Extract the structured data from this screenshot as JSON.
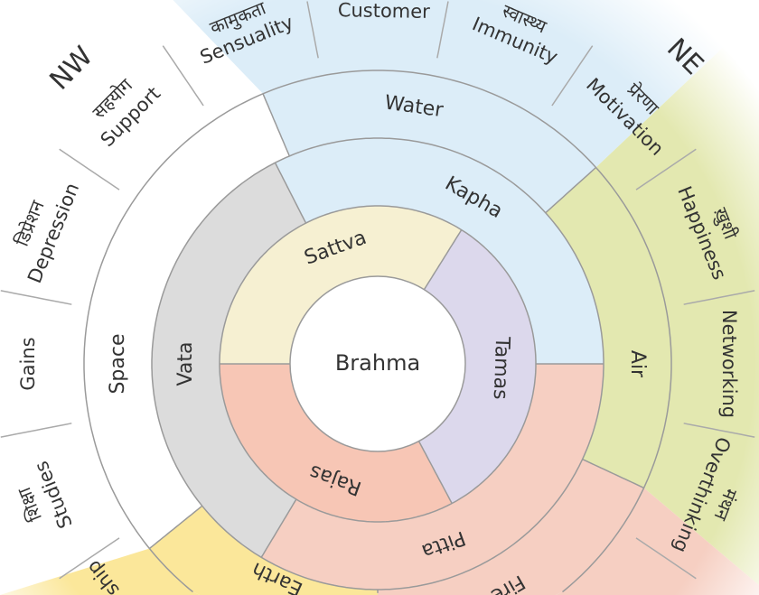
{
  "center": {
    "label": "Brahma"
  },
  "gunas": [
    {
      "label": "Sattva",
      "color": "#f6f0d2"
    },
    {
      "label": "Tamas",
      "color": "#dcd8ec"
    },
    {
      "label": "Rajas",
      "color": "#f7c6b5"
    }
  ],
  "doshas": [
    {
      "label": "Vata",
      "color": "#dcdcdc"
    },
    {
      "label": "Kapha",
      "color": "#dcedf8"
    },
    {
      "label": "Pitta",
      "color": "#f6cfc2"
    }
  ],
  "elements": [
    {
      "label": "Space",
      "color": "#ffffff"
    },
    {
      "label": "Water",
      "color": "#dcedf8"
    },
    {
      "label": "Air",
      "color": "#e3e8b0"
    },
    {
      "label": "Fire",
      "color": "#f6cfc2"
    },
    {
      "label": "Earth",
      "color": "#fbe79a"
    }
  ],
  "directions": {
    "nw": "NW",
    "ne": "NE"
  },
  "zones": [
    {
      "label": "Customer"
    },
    {
      "label": "Immunity",
      "hindi": "स्वास्थ्य"
    },
    {
      "label": "Motivation",
      "hindi": "प्रेरणा"
    },
    {
      "label": "Happiness",
      "hindi": "ख़ुशी"
    },
    {
      "label": "Networking"
    },
    {
      "label": "Overthinking",
      "hindi": "मंथन"
    },
    {
      "label": "Sensuality",
      "hindi": "कामुकता"
    },
    {
      "label": "Support",
      "hindi": "सहयोग"
    },
    {
      "label": "Depression",
      "hindi": "डिप्रेशन"
    },
    {
      "label": "Gains"
    },
    {
      "label": "Studies",
      "hindi": "शिक्षा"
    },
    {
      "label": "ship"
    }
  ],
  "colors": {
    "stroke": "#9a9a9a",
    "text": "#333333"
  }
}
